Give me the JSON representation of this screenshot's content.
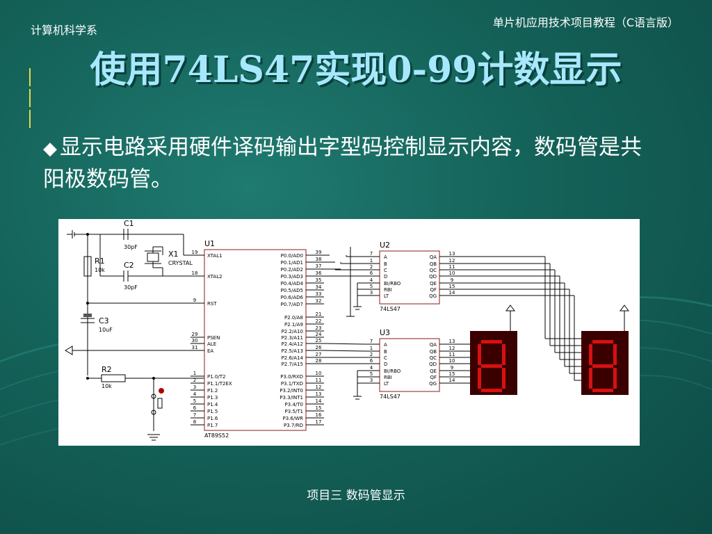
{
  "header": {
    "left": "计算机科学系",
    "right": "单片机应用技术项目教程（C语言版）"
  },
  "title": "使用74LS47实现0-99计数显示",
  "bullet": "显示电路采用硬件译码输出字型码控制显示内容，数码管是共阳极数码管。",
  "footer": "项目三  数码管显示",
  "colors": {
    "background": "#146259",
    "title": "#a8e8ff",
    "wire": "#8b1a1a",
    "segment_off": "#d81010",
    "display_body": "#3a0000"
  },
  "schematic": {
    "c1": {
      "ref": "C1",
      "value": "30pF"
    },
    "c2": {
      "ref": "C2",
      "value": "30pF"
    },
    "x1": {
      "ref": "X1",
      "value": "CRYSTAL"
    },
    "r1": {
      "ref": "R1",
      "value": "10k"
    },
    "r2": {
      "ref": "R2",
      "value": "10k"
    },
    "c3": {
      "ref": "C3",
      "value": "10uF"
    },
    "u1": {
      "ref": "U1",
      "part": "AT89S52",
      "left_pins": [
        {
          "num": "19",
          "name": "XTAL1"
        },
        {
          "num": "18",
          "name": "XTAL2"
        },
        {
          "num": "9",
          "name": "RST"
        },
        {
          "num": "29",
          "name": "PSEN"
        },
        {
          "num": "30",
          "name": "ALE"
        },
        {
          "num": "31",
          "name": "EA"
        },
        {
          "num": "1",
          "name": "P1.0/T2"
        },
        {
          "num": "2",
          "name": "P1.1/T2EX"
        },
        {
          "num": "3",
          "name": "P1.2"
        },
        {
          "num": "4",
          "name": "P1.3"
        },
        {
          "num": "5",
          "name": "P1.4"
        },
        {
          "num": "6",
          "name": "P1.5"
        },
        {
          "num": "7",
          "name": "P1.6"
        },
        {
          "num": "8",
          "name": "P1.7"
        }
      ],
      "right_pins": [
        {
          "num": "39",
          "name": "P0.0/AD0"
        },
        {
          "num": "38",
          "name": "P0.1/AD1"
        },
        {
          "num": "37",
          "name": "P0.2/AD2"
        },
        {
          "num": "36",
          "name": "P0.3/AD3"
        },
        {
          "num": "35",
          "name": "P0.4/AD4"
        },
        {
          "num": "34",
          "name": "P0.5/AD5"
        },
        {
          "num": "33",
          "name": "P0.6/AD6"
        },
        {
          "num": "32",
          "name": "P0.7/AD7"
        },
        {
          "num": "21",
          "name": "P2.0/A8"
        },
        {
          "num": "22",
          "name": "P2.1/A9"
        },
        {
          "num": "23",
          "name": "P2.2/A10"
        },
        {
          "num": "24",
          "name": "P2.3/A11"
        },
        {
          "num": "25",
          "name": "P2.4/A12"
        },
        {
          "num": "26",
          "name": "P2.5/A13"
        },
        {
          "num": "27",
          "name": "P2.6/A14"
        },
        {
          "num": "28",
          "name": "P2.7/A15"
        },
        {
          "num": "10",
          "name": "P3.0/RXD"
        },
        {
          "num": "11",
          "name": "P3.1/TXD"
        },
        {
          "num": "12",
          "name": "P3.2/INT0"
        },
        {
          "num": "13",
          "name": "P3.3/INT1"
        },
        {
          "num": "14",
          "name": "P3.4/T0"
        },
        {
          "num": "15",
          "name": "P3.5/T1"
        },
        {
          "num": "16",
          "name": "P3.6/WR"
        },
        {
          "num": "17",
          "name": "P3.7/RD"
        }
      ]
    },
    "u2": {
      "ref": "U2",
      "part": "74LS47",
      "inputs": [
        {
          "num": "7",
          "name": "A"
        },
        {
          "num": "1",
          "name": "B"
        },
        {
          "num": "2",
          "name": "C"
        },
        {
          "num": "6",
          "name": "D"
        },
        {
          "num": "4",
          "name": "BI/RBO"
        },
        {
          "num": "5",
          "name": "RBI"
        },
        {
          "num": "3",
          "name": "LT"
        }
      ],
      "outputs": [
        {
          "num": "13",
          "name": "QA"
        },
        {
          "num": "12",
          "name": "QB"
        },
        {
          "num": "11",
          "name": "QC"
        },
        {
          "num": "10",
          "name": "QD"
        },
        {
          "num": "9",
          "name": "QE"
        },
        {
          "num": "15",
          "name": "QF"
        },
        {
          "num": "14",
          "name": "QG"
        }
      ]
    },
    "u3": {
      "ref": "U3",
      "part": "74LS47",
      "inputs": [
        {
          "num": "7",
          "name": "A"
        },
        {
          "num": "1",
          "name": "B"
        },
        {
          "num": "2",
          "name": "C"
        },
        {
          "num": "6",
          "name": "D"
        },
        {
          "num": "4",
          "name": "BI/RBO"
        },
        {
          "num": "5",
          "name": "RBI"
        },
        {
          "num": "3",
          "name": "LT"
        }
      ],
      "outputs": [
        {
          "num": "13",
          "name": "QA"
        },
        {
          "num": "12",
          "name": "QB"
        },
        {
          "num": "11",
          "name": "QC"
        },
        {
          "num": "10",
          "name": "QD"
        },
        {
          "num": "9",
          "name": "QE"
        },
        {
          "num": "15",
          "name": "QF"
        },
        {
          "num": "14",
          "name": "QG"
        }
      ]
    },
    "icons": [
      "power-terminal-icon",
      "ground-icon",
      "reset-button-icon",
      "seven-segment-display-icon"
    ]
  }
}
